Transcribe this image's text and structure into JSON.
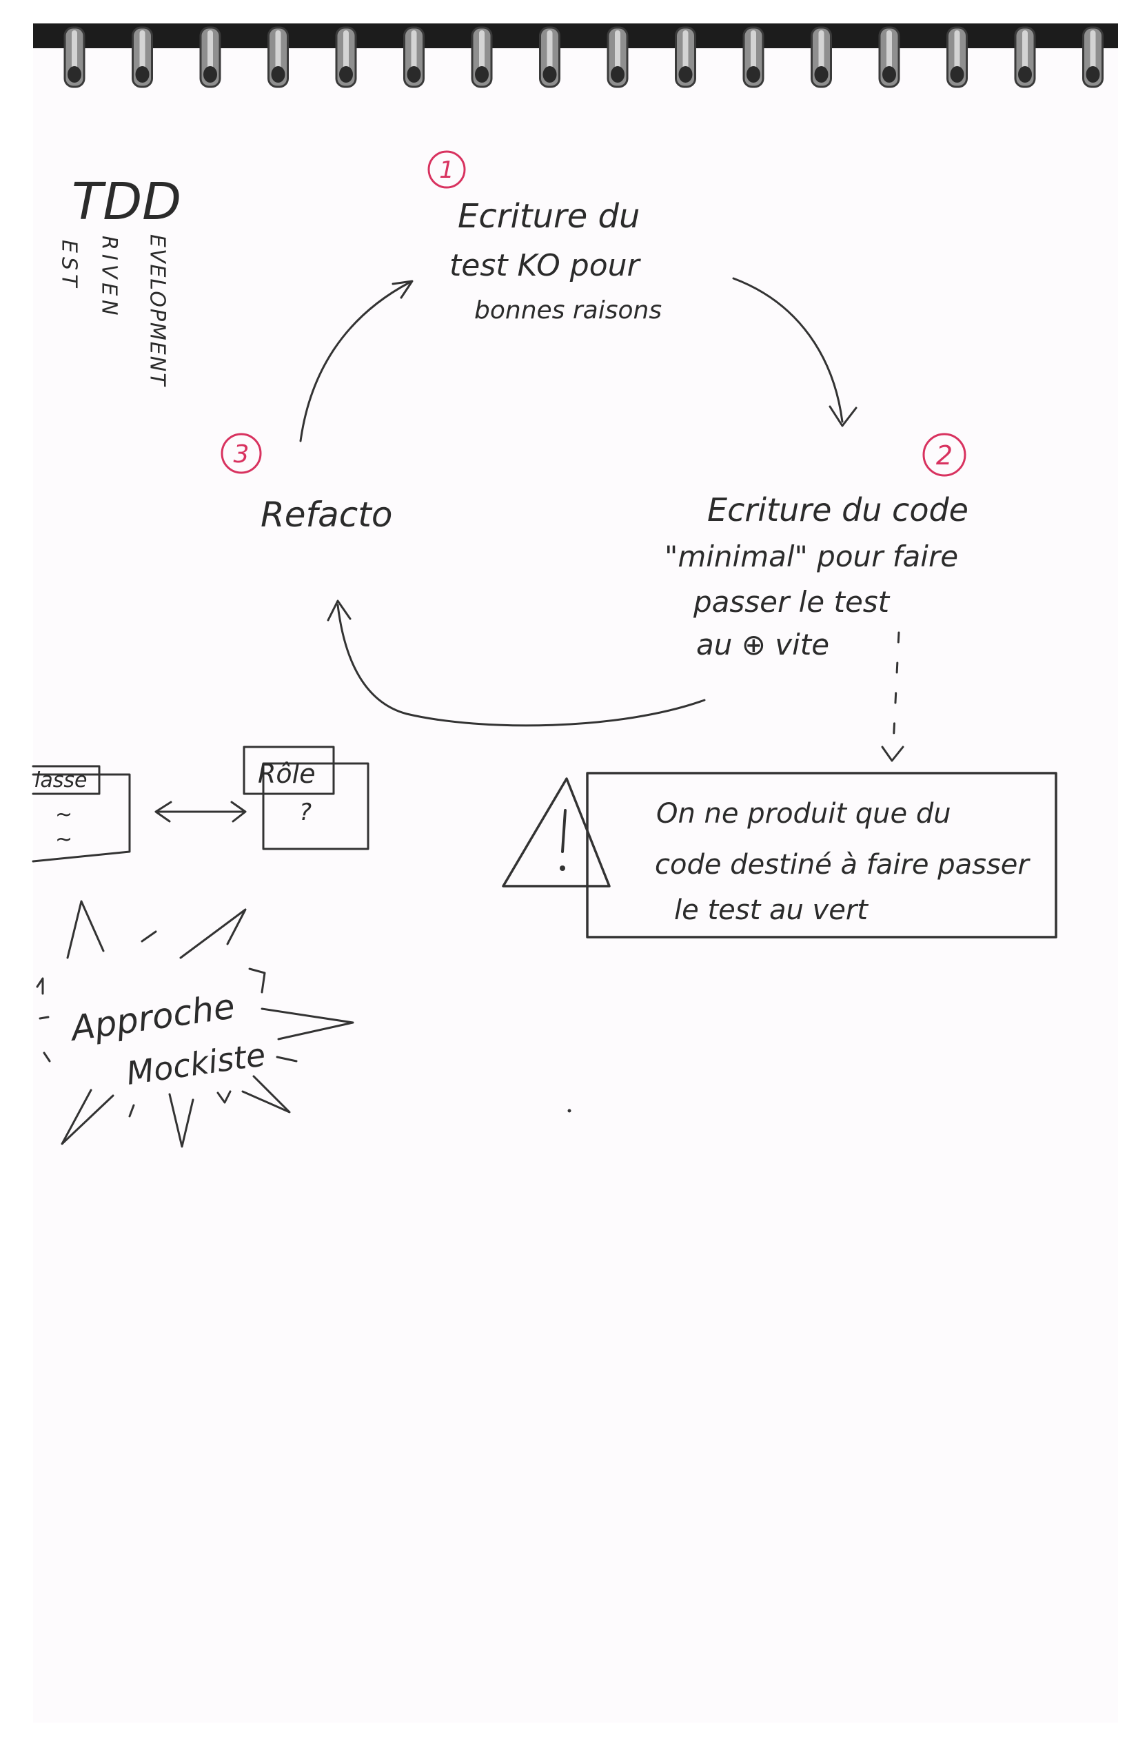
{
  "acronym": {
    "title": "TDD",
    "word1": "EST",
    "word2": "RIVEN",
    "word3": "EVELOPMENT"
  },
  "cycle": {
    "step1": {
      "number": "1",
      "line1": "Ecriture du",
      "line2": "test KO pour",
      "line3": "bonnes raisons"
    },
    "step2": {
      "number": "2",
      "line1": "Ecriture du code",
      "line2": "\"minimal\" pour faire",
      "line3": "passer le test",
      "line4": "au ⊕ vite"
    },
    "step3": {
      "number": "3",
      "label": "Refacto"
    }
  },
  "warning": {
    "line1": "On ne produit que du",
    "line2": "code destiné à faire passer",
    "line3": "le test au vert"
  },
  "classes": {
    "left_box": "lasse",
    "left_lines": [
      "~",
      "~"
    ],
    "right_box": "Rôle",
    "right_mark": "?"
  },
  "burst": {
    "line1": "Approche",
    "line2": "Mockiste"
  },
  "colors": {
    "ink": "#333333",
    "accent": "#d8325f",
    "paper": "#fdfbfd"
  }
}
